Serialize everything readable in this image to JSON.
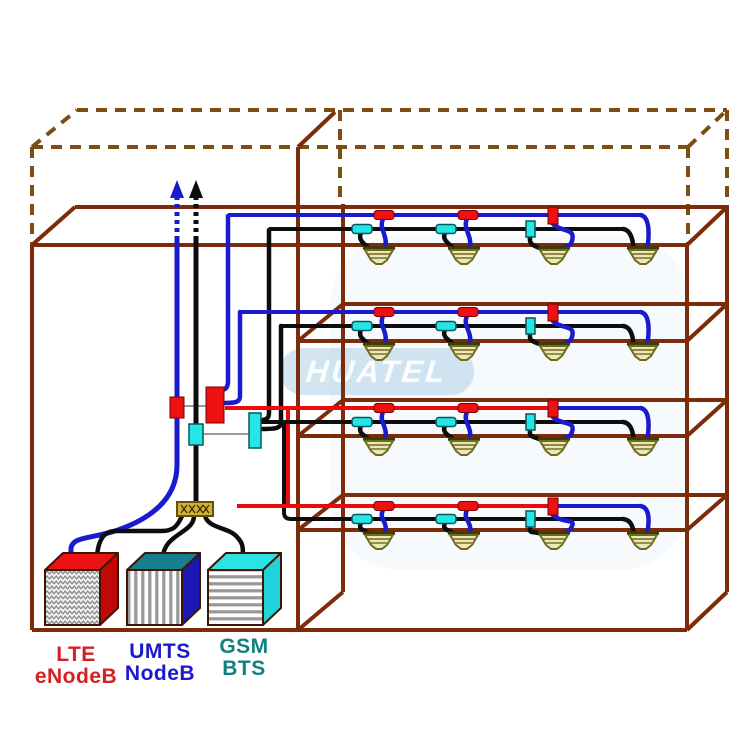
{
  "diagram": {
    "watermark": "HUATEL",
    "building": {
      "floor_count": 4,
      "antennas_per_floor": 4
    },
    "colors": {
      "building": "#7c2b0b",
      "roof_dashed": "#7d4d13",
      "lte_cable": "#1a1ace",
      "combined_cable": "#0d0d0d",
      "red_cable": "#ea0a0a",
      "coupler_red": "#ee1111",
      "coupler_cyan": "#25e6e6",
      "antenna_fill": "#ece6ba",
      "antenna_stroke": "#6c6c1a",
      "combiner_fill": "#d2af35"
    },
    "base_stations": [
      {
        "id": "lte",
        "label_line1": "LTE",
        "label_line2": "eNodeB",
        "label_color": "#d42020",
        "top_color": "#ea1212",
        "side_color": "#c20707",
        "face_pattern": "zigzag"
      },
      {
        "id": "umts",
        "label_line1": "UMTS",
        "label_line2": "NodeB",
        "label_color": "#1a1acc",
        "top_color": "#177f90",
        "side_color": "#1818b6",
        "face_pattern": "v-stripes"
      },
      {
        "id": "gsm",
        "label_line1": "GSM",
        "label_line2": "BTS",
        "label_color": "#128080",
        "top_color": "#2be3e3",
        "side_color": "#20d4da",
        "face_pattern": "h-stripes"
      }
    ]
  }
}
